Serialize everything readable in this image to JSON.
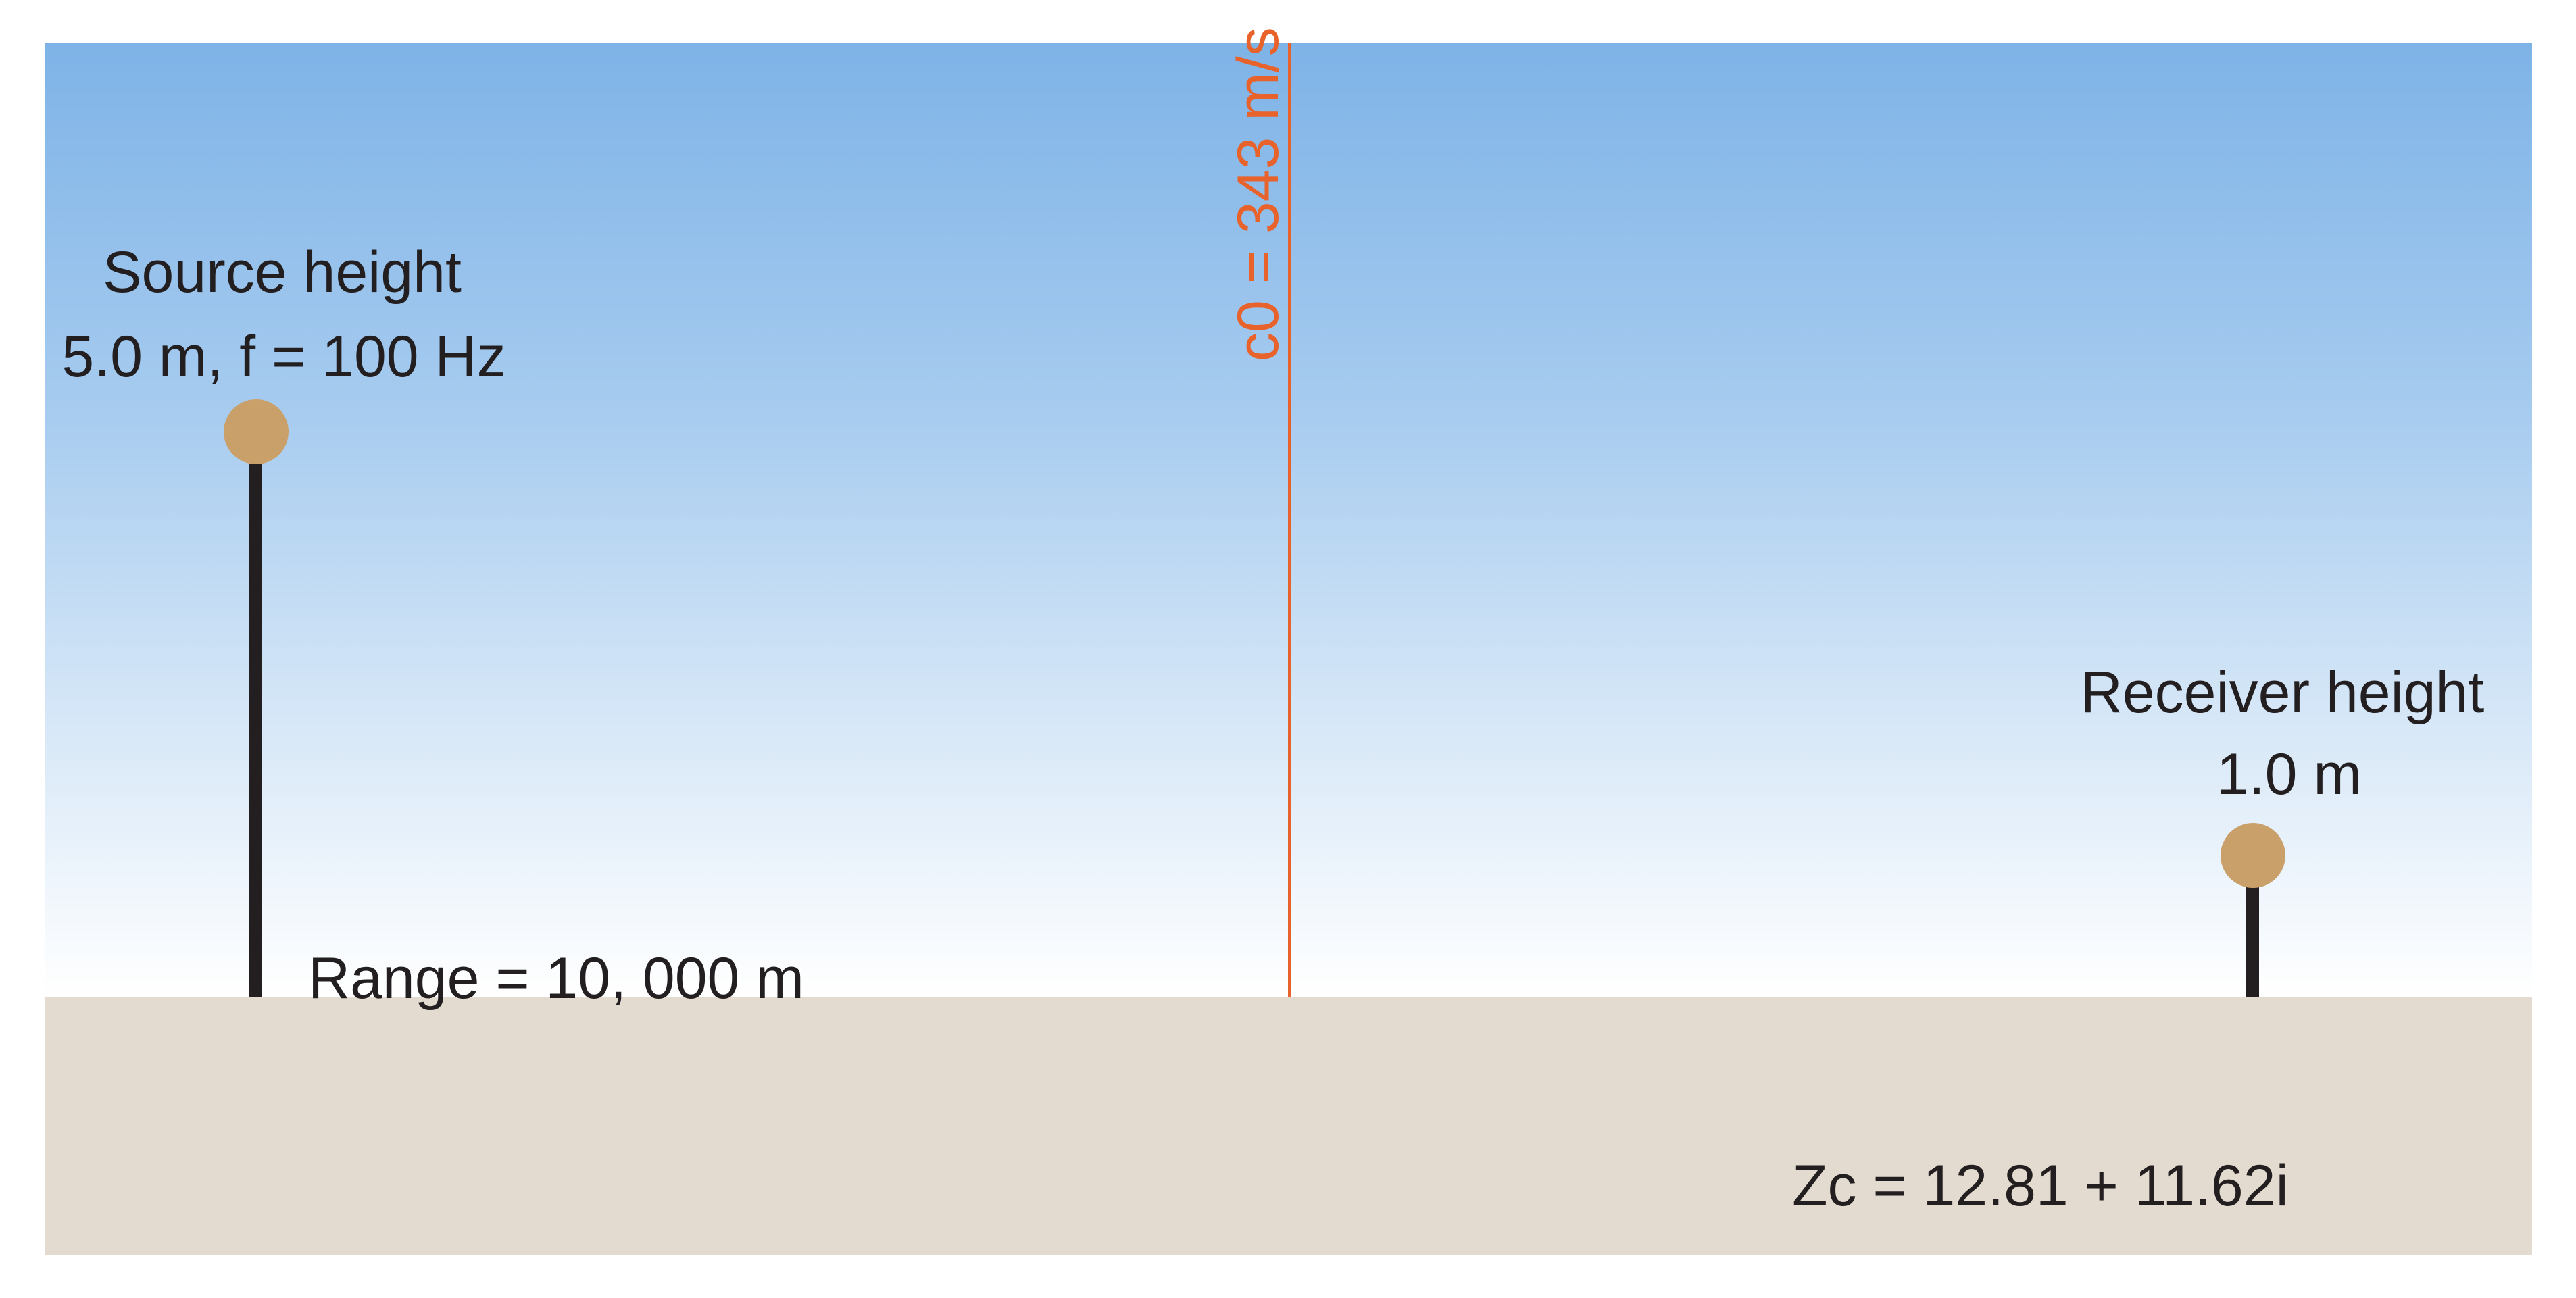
{
  "source": {
    "label_line1": "Source height",
    "label_line2": "5.0 m, f = 100 Hz"
  },
  "receiver": {
    "label_line1": "Receiver height",
    "label_line2": "1.0 m"
  },
  "range_label": "Range = 10, 000 m",
  "sound_speed_label": "c0 = 343 m/s",
  "ground_impedance_label": "Zc = 12.81 + 11.62i",
  "colors": {
    "sky_top": "#7eb3e7",
    "sky_bottom": "#ffffff",
    "ground": "#e3dbcf",
    "marker": "#caa06a",
    "pole": "#231f20",
    "divider": "#e8622b",
    "text": "#231f20"
  }
}
